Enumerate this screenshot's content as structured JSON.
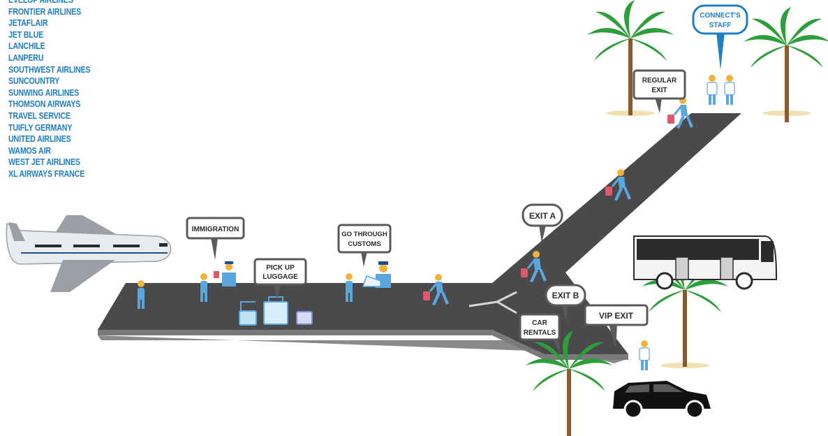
{
  "airlines": [
    "EVELOP AIRLINES",
    "FRONTIER AIRLINES",
    "JETAFLAIR",
    "JET BLUE",
    "LANCHILE",
    "LANPERU",
    "SOUTHWEST AIRLINES",
    "SUNCOUNTRY",
    "SUNWING AIRLINES",
    "THOMSON AIRWAYS",
    "TRAVEL SERVICE",
    "TUIFLY GERMANY",
    "UNITED AIRLINES",
    "WAMOS AIR",
    "WEST JET AIRLINES",
    "XL AIRWAYS FRANCE"
  ],
  "labels": {
    "immigration": "IMMIGRATION",
    "pickup_1": "PICK UP",
    "pickup_2": "LUGGAGE",
    "customs_1": "GO THROUGH",
    "customs_2": "CUSTOMS",
    "regular_exit_1": "REGULAR",
    "regular_exit_2": "EXIT",
    "staff_1": "CONNECT'S",
    "staff_2": "STAFF",
    "exit_a": "EXIT A",
    "exit_b": "EXIT B",
    "car_rentals_1": "CAR",
    "car_rentals_2": "RENTALS",
    "vip_exit": "VIP EXIT"
  },
  "colors": {
    "airline_text": "#1f7fc0",
    "road": "#4a4a4c",
    "road_edge": "#8a8a8c",
    "person": "#5aa7e0",
    "person_head": "#f2b33d",
    "suitcase": "#e0566a",
    "staff_bubble_border": "#1f7fc0",
    "palm": "#2e9e3a",
    "trunk": "#8a5a2b"
  }
}
